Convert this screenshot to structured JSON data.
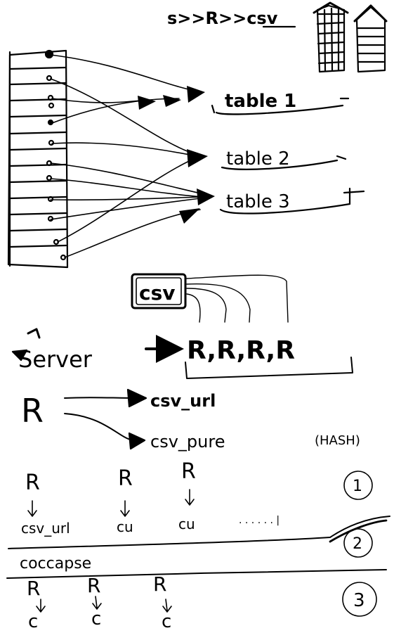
{
  "title": "s>>R>>csv",
  "tables": [
    "table 1",
    "table 2",
    "table 3"
  ],
  "csv_box": "csv",
  "server_label": "Server",
  "r_group": "R,R,R,R",
  "r_label": "R",
  "csv_url": "csv_url",
  "csv_pure": "csv_pure",
  "hash_note": "(HASH)",
  "section1": {
    "items": [
      {
        "top": "R",
        "bottom": "csv_url"
      },
      {
        "top": "R",
        "bottom": "cu"
      },
      {
        "top": "R",
        "bottom": "cu"
      }
    ],
    "more": ". . . . . . |",
    "num": "1"
  },
  "section2": {
    "num": "2"
  },
  "collapse": "coccapse",
  "section3": {
    "items": [
      {
        "top": "R",
        "bottom": "c"
      },
      {
        "top": "R",
        "bottom": "c"
      },
      {
        "top": "R",
        "bottom": "c"
      }
    ],
    "num": "3"
  },
  "palette": {
    "ink": "#000000",
    "paper": "#ffffff"
  }
}
